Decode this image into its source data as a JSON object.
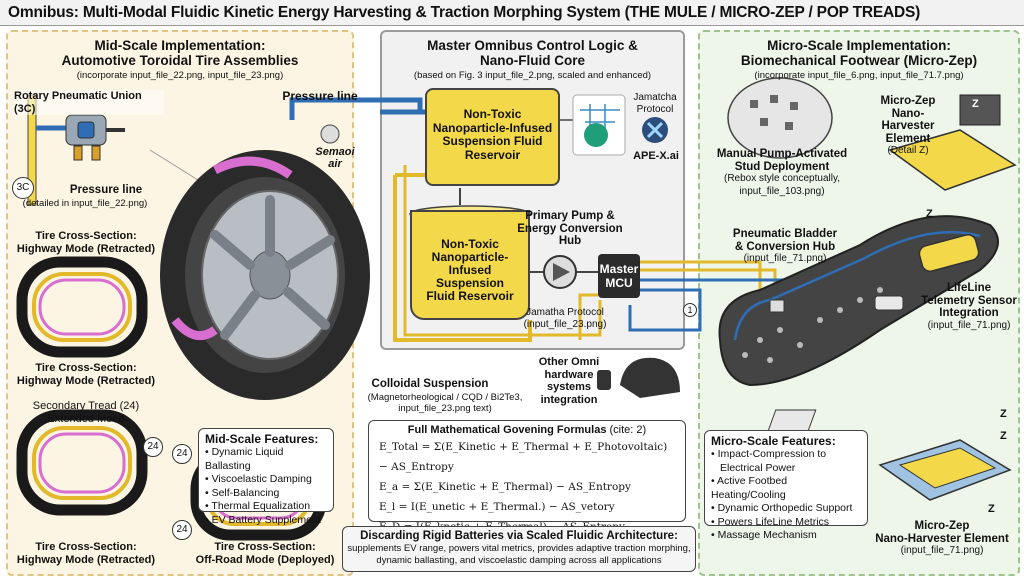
{
  "title": "Omnibus: Multi-Modal Fluidic Kinetic Energy Harvesting & Traction Morphing System (THE MULE / MICRO-ZEP / POP TREADS)",
  "left": {
    "heading1": "Mid-Scale Implementation:",
    "heading2": "Automotive Toroidal Tire Assemblies",
    "sub": "(incorporate input_file_22.png, input_file_23.png)",
    "rotary": "Rotary Pneumatic Union (3C)",
    "label_3c": "3C",
    "pressure_line": "Pressure line",
    "pressure_detail": "(detailed in input_file_22.png)",
    "cs1a": "Tire Cross-Section:",
    "cs1b": "Highway Mode (Retracted)",
    "cs2a": "Tire Cross-Section:",
    "cs2b": "Highway Mode (Retracted)",
    "secondary_a": "Secondary Tread (24)",
    "secondary_b": "Extended Moed",
    "label_24": "24",
    "cs3a": "Tire Cross-Section:",
    "cs3b": "Highway Mode (Retracted)",
    "cs4a": "Tire Cross-Section:",
    "cs4b": "Off-Road Mode (Deployed)",
    "features_title": "Mid-Scale Features:",
    "features": [
      "Dynamic Liquid Ballasting",
      "Viscoelastic Damping",
      "Self-Balancing",
      "Thermal Equalization",
      "EV Battery Supplement"
    ]
  },
  "center": {
    "heading1": "Master Omnibus Control Logic &",
    "heading2": "Nano-Fluid Core",
    "sub": "(based on Fig. 3 input_file_2.png, scaled and enhanced)",
    "reservoir_top": [
      "Non-Toxic",
      "Nanoparticle-Infused",
      "Suspension Fluid",
      "Reservoir"
    ],
    "reservoir_main": [
      "Non-Toxic",
      "Nanoparticle-",
      "Infused",
      "Suspension",
      "Fluid Reservoir"
    ],
    "jamatcha_a": "Jamatcha",
    "jamatcha_b": "Protocol",
    "ape": "APE-X.ai",
    "pump_a": "Primary Pump &",
    "pump_b": "Energy Conversion",
    "pump_c": "Hub",
    "mcu_a": "Master",
    "mcu_b": "MCU",
    "jam_proto_a": "Jamatha Protocol",
    "jam_proto_b": "(input_file_23.png)",
    "pressure_line": "Pressure line",
    "semaoi_a": "Semaoi",
    "semaoi_b": "air",
    "colloidal": "Colloidal Suspension",
    "colloidal_sub_a": "(Magnetorheological / CQD / Bi2Te3,",
    "colloidal_sub_b": "input_file_23.png text)",
    "omni_a": "Other Omni",
    "omni_b": "hardware",
    "omni_c": "systems",
    "omni_d": "integration",
    "label_1": "1",
    "formulas_title": "Full Mathematical Govening Formulas",
    "formulas_cite": "(cite: 2)",
    "formulas": [
      "E_Total = Σ(E_Kinetic + E_Thermal + E_Photovoltaic) − AS_Entropy",
      "E_a = Σ(E_Kinetic + E_Thermal) − AS_Entropy",
      "E_l = I(E_unetic + E_Thermal.) − AS_vetory",
      "E_D = I(E_knetic + E_Thermal) − AS_Entropy"
    ],
    "discard_title": "Discarding Rigid Batteries via Scaled Fluidic Architecture:",
    "discard_a": "supplements EV range, powers vital metrics, provides adaptive traction morphing,",
    "discard_b": "dynamic ballasting, and viscoelastic damping across all applications"
  },
  "right": {
    "heading1": "Micro-Scale Implementation:",
    "heading2": "Biomechanical Footwear (Micro-Zep)",
    "sub": "(incorporate input_file_6.png, input_file_71.7.png)",
    "mz1a": "Micro-Zep",
    "mz1b": "Nano-Harvester",
    "mz1c": "Element",
    "mz1d": "(Detail Z)",
    "manual_a": "Manual Pump-Activated",
    "manual_b": "Stud Deployment",
    "manual_c": "(Rebox style conceptually,",
    "manual_d": "input_file_103.png)",
    "bladder_a": "Pneumatic Bladder",
    "bladder_b": "& Conversion Hub",
    "bladder_c": "(input_file_71.png)",
    "lifeline_a": "LifeLine",
    "lifeline_b": "Telemetry Sensor",
    "lifeline_c": "Integration",
    "lifeline_d": "(input_file_71.png)",
    "z": "Z",
    "features_title": "Micro-Scale Features:",
    "features": [
      "Impact-Compression to",
      "Electrical Power",
      "Active Footbed Heating/Cooling",
      "Dynamic Orthopedic Support",
      "Powers LifeLine Metrics",
      "Massage Mechanism"
    ],
    "mz2a": "Micro-Zep",
    "mz2b": "Nano-Harvester Element",
    "mz2c": "(input_file_71.png)"
  }
}
